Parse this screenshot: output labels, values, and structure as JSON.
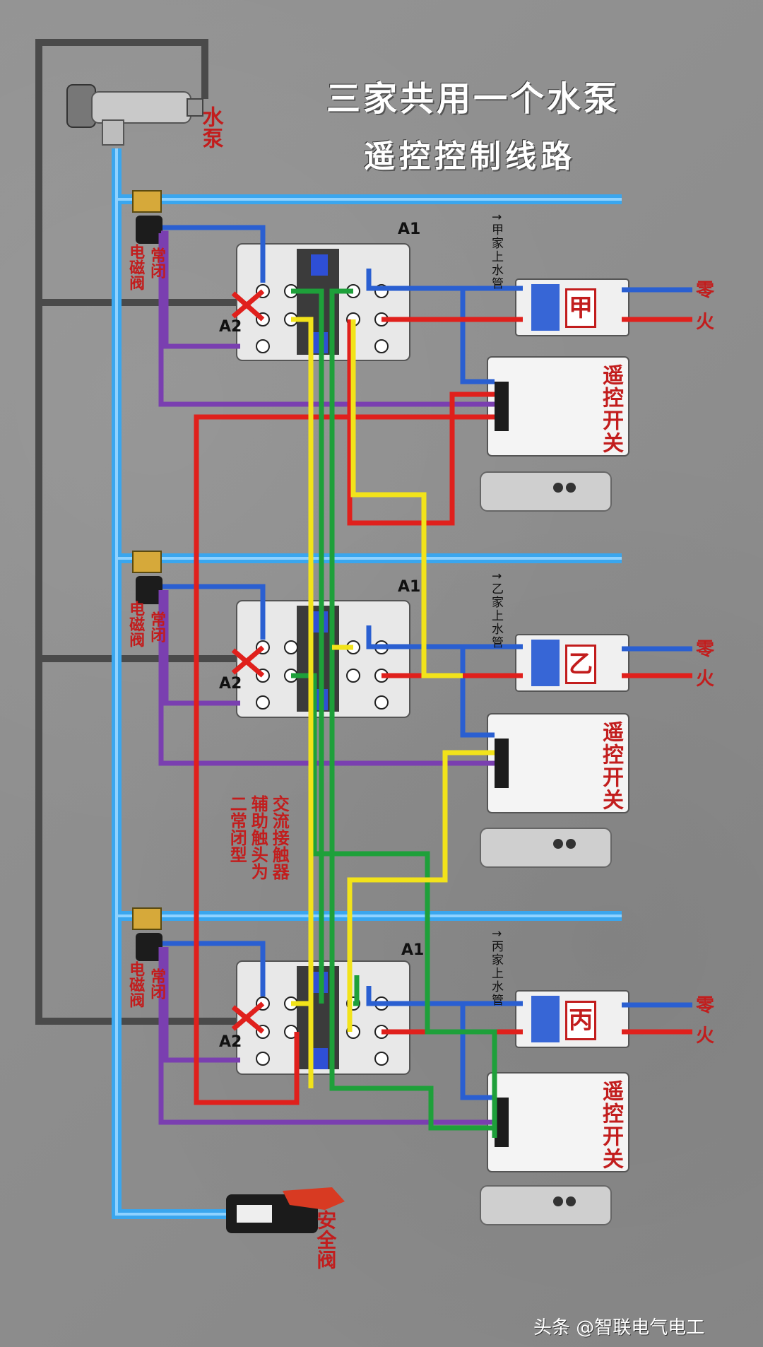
{
  "title": {
    "line1": "三家共用一个水泵",
    "line2": "遥控控制线路"
  },
  "pump_label": "水泵",
  "valve_label_top": "常闭",
  "valve_label_bottom": "电磁阀",
  "safety_valve_label": "安全阀",
  "note": {
    "col1": "交流接触器",
    "col2": "辅助触头为",
    "col3": "二常闭型"
  },
  "households": [
    {
      "pipe_label": "↑甲家上水管",
      "breaker_id": "甲"
    },
    {
      "pipe_label": "↑乙家上水管",
      "breaker_id": "乙"
    },
    {
      "pipe_label": "↑丙家上水管",
      "breaker_id": "丙"
    }
  ],
  "terminal_a1": "A1",
  "terminal_a2": "A2",
  "neutral_label": "零",
  "live_label": "火",
  "remote_switch_label": "遥控开关",
  "footer": "头条 @智联电气电工",
  "colors": {
    "pipe": "#3aa6ee",
    "red": "#e0201c",
    "blue": "#2a5fd1",
    "green": "#1ea03a",
    "yellow": "#f2e31a",
    "purple": "#7a3fb0",
    "gray": "#4a4a4a"
  }
}
